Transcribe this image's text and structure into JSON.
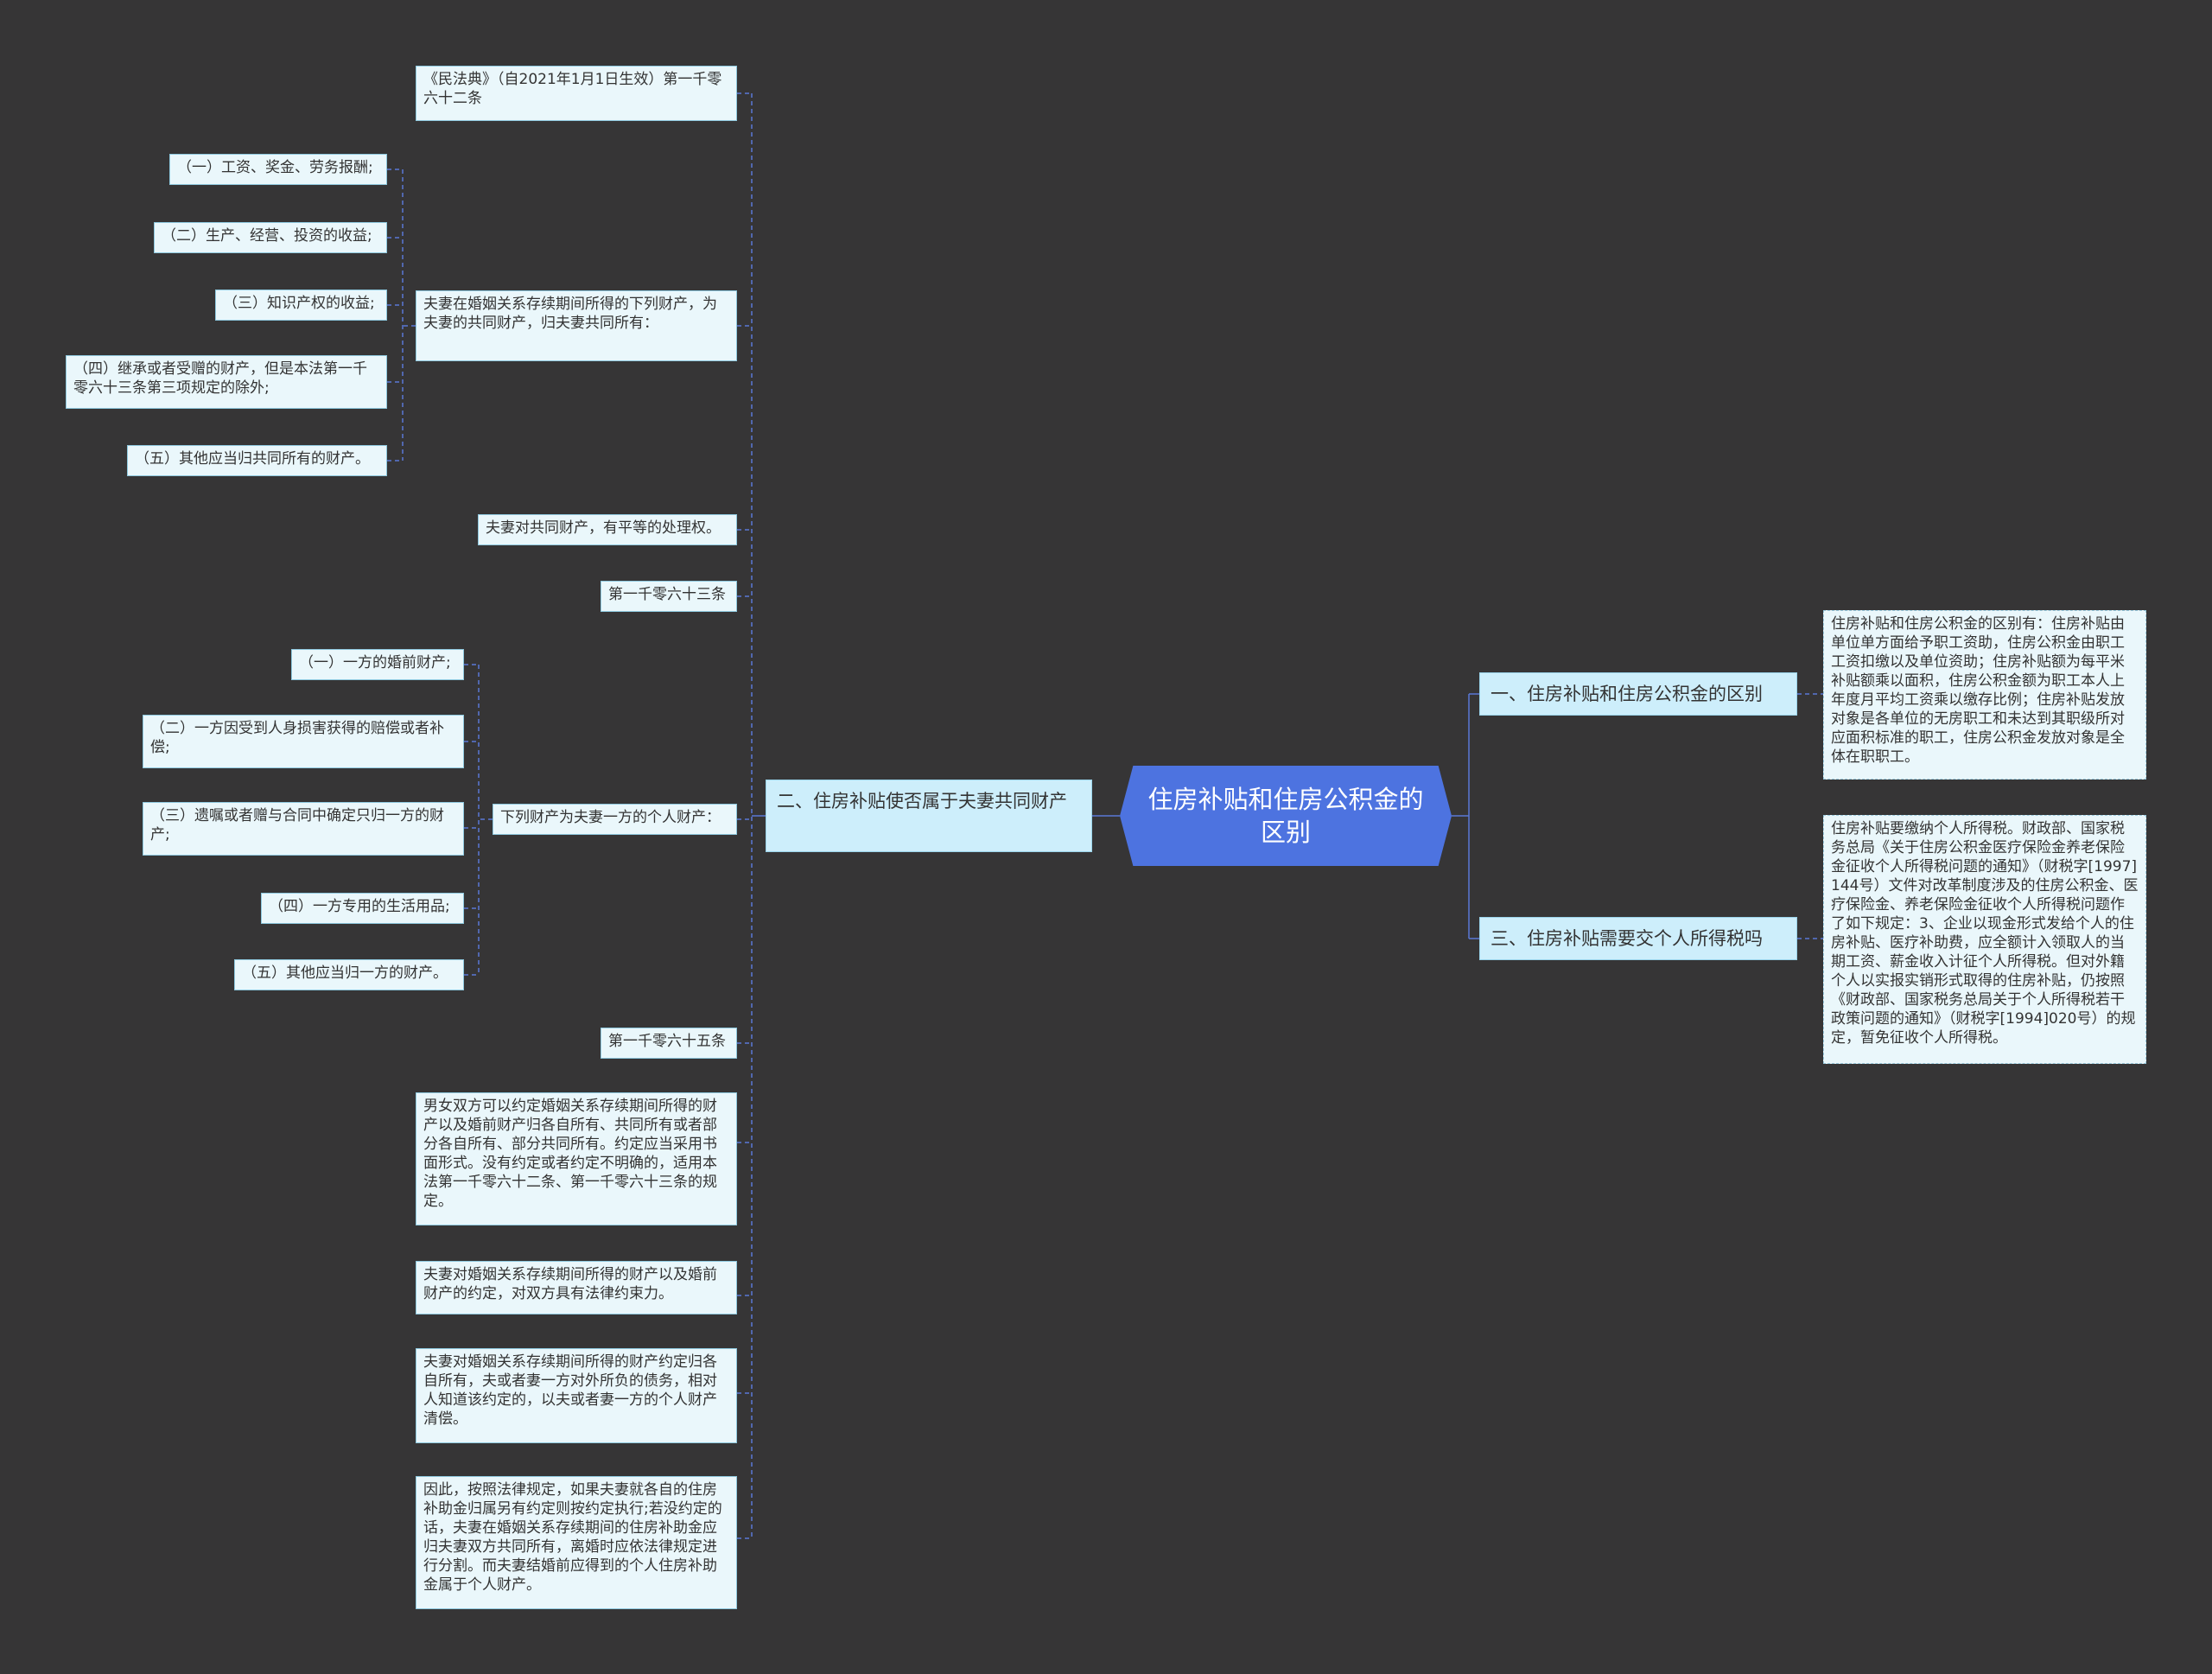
{
  "root": {
    "label": "住房补贴和住房公积金的区别"
  },
  "branches": {
    "b1": "一、住房补贴和住房公积金的区别",
    "b2": "二、住房补贴使否属于夫妻共同财产",
    "b3": "三、住房补贴需要交个人所得税吗"
  },
  "right": {
    "r1": "住房补贴和住房公积金的区别有：住房补贴由单位单方面给予职工资助，住房公积金由职工工资扣缴以及单位资助；住房补贴额为每平米补贴额乘以面积，住房公积金额为职工本人上年度月平均工资乘以缴存比例；住房补贴发放对象是各单位的无房职工和未达到其职级所对应面积标准的职工，住房公积金发放对象是全体在职职工。",
    "r3": "住房补贴要缴纳个人所得税。财政部、国家税务总局《关于住房公积金医疗保险金养老保险金征收个人所得税问题的通知》（财税字[1997]144号）文件对改革制度涉及的住房公积金、医疗保险金、养老保险金征收个人所得税问题作了如下规定：3、企业以现金形式发给个人的住房补贴、医疗补助费，应全额计入领取人的当期工资、薪金收入计征个人所得税。但对外籍个人以实报实销形式取得的住房补贴，仍按照《财政部、国家税务总局关于个人所得税若干政策问题的通知》（财税字[1994]020号）的规定，暂免征收个人所得税。"
  },
  "left": {
    "n1": "《民法典》（自2021年1月1日生效）第一千零六十二条",
    "n2": "夫妻在婚姻关系存续期间所得的下列财产，为夫妻的共同财产，归夫妻共同所有：",
    "n2_children": [
      "（一）工资、奖金、劳务报酬;",
      "（二）生产、经营、投资的收益;",
      "（三）知识产权的收益;",
      "（四）继承或者受赠的财产，但是本法第一千零六十三条第三项规定的除外;",
      "（五）其他应当归共同所有的财产。"
    ],
    "n3": "夫妻对共同财产，有平等的处理权。",
    "n4": "第一千零六十三条",
    "n5": "下列财产为夫妻一方的个人财产：",
    "n5_children": [
      "（一）一方的婚前财产;",
      "（二）一方因受到人身损害获得的赔偿或者补偿;",
      "（三）遗嘱或者赠与合同中确定只归一方的财产;",
      "（四）一方专用的生活用品;",
      "（五）其他应当归一方的财产。"
    ],
    "n6": "第一千零六十五条",
    "n7": "男女双方可以约定婚姻关系存续期间所得的财产以及婚前财产归各自所有、共同所有或者部分各自所有、部分共同所有。约定应当采用书面形式。没有约定或者约定不明确的，适用本法第一千零六十二条、第一千零六十三条的规定。",
    "n8": "夫妻对婚姻关系存续期间所得的财产以及婚前财产的约定，对双方具有法律约束力。",
    "n9": "夫妻对婚姻关系存续期间所得的财产约定归各自所有，夫或者妻一方对外所负的债务，相对人知道该约定的，以夫或者妻一方的个人财产清偿。",
    "n10": "因此，按照法律规定，如果夫妻就各自的住房补助金归属另有约定则按约定执行;若没约定的话，夫妻在婚姻关系存续期间的住房补助金应归夫妻双方共同所有，离婚时应依法律规定进行分割。而夫妻结婚前应得到的个人住房补助金属于个人财产。"
  },
  "colors": {
    "background": "#363536",
    "root": "#4d73e0",
    "branch": "#cdeefb",
    "leaf": "#eaf7fb",
    "connector": "#5a78d6"
  }
}
